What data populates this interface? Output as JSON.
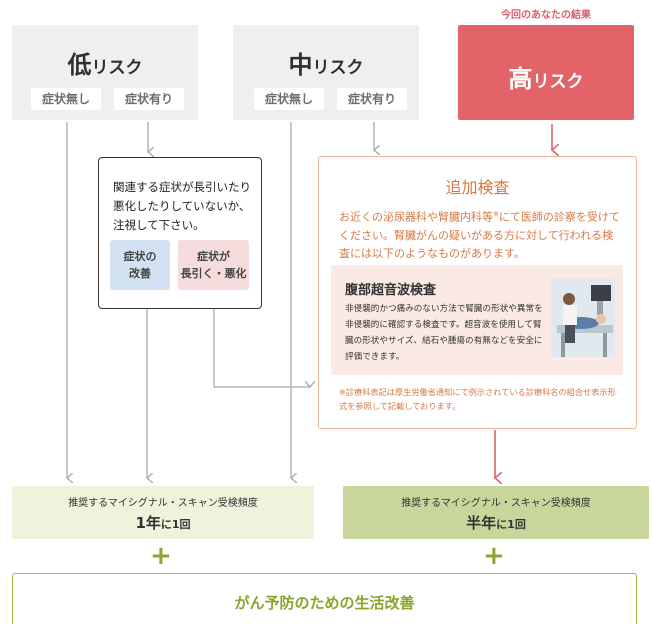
{
  "low_risk": {
    "title_big": "低",
    "title_small": "リスク",
    "pill_no_symptom": "症状無し",
    "pill_symptom": "症状有り"
  },
  "mid_risk": {
    "title_big": "中",
    "title_small": "リスク",
    "pill_no_symptom": "症状無し",
    "pill_symptom": "症状有り"
  },
  "high_risk": {
    "result_label": "今回のあなたの結果",
    "title_big": "高",
    "title_small": "リスク"
  },
  "watch_box": {
    "text": "関連する症状が長引いたり悪化したりしていないか、注視して下さい。",
    "improved_line1": "症状の",
    "improved_line2": "改善",
    "persist_line1": "症状が",
    "persist_line2": "長引く・悪化"
  },
  "extra_exam": {
    "title": "追加検査",
    "desc_part1": "お近くの泌尿器科や腎臓内科等",
    "desc_mark": "※",
    "desc_part2": "にて医師の診察を受けてください。腎臓がんの疑いがある方に対して行われる検査には以下のようなものがあります。",
    "ultrasound_title": "腹部超音波検査",
    "ultrasound_body": "非侵襲的かつ痛みのない方法で腎臓の形状や異常を非侵襲的に確認する検査です。超音波を使用して腎臓の形状やサイズ、結石や腫瘍の有無などを安全に評価できます。",
    "note": "※診療科表記は厚生労働省通知にて例示されている診療科名の組合せ表示形式を参照して記載しております。"
  },
  "freq_left": {
    "label": "推奨するマイシグナル・スキャン受検頻度",
    "value_big": "1年",
    "value_small": "に1回"
  },
  "freq_right": {
    "label": "推奨するマイシグナル・スキャン受検頻度",
    "value_big": "半年",
    "value_small": "に1回"
  },
  "plus_symbol": "+",
  "lifestyle": "がん予防のための生活改善",
  "colors": {
    "gray_arrow": "#a9a9a9",
    "red_arrow": "#d8646c",
    "high_risk_bg": "#e36468",
    "orange_text": "#d77a45",
    "green": "#8aa733"
  }
}
